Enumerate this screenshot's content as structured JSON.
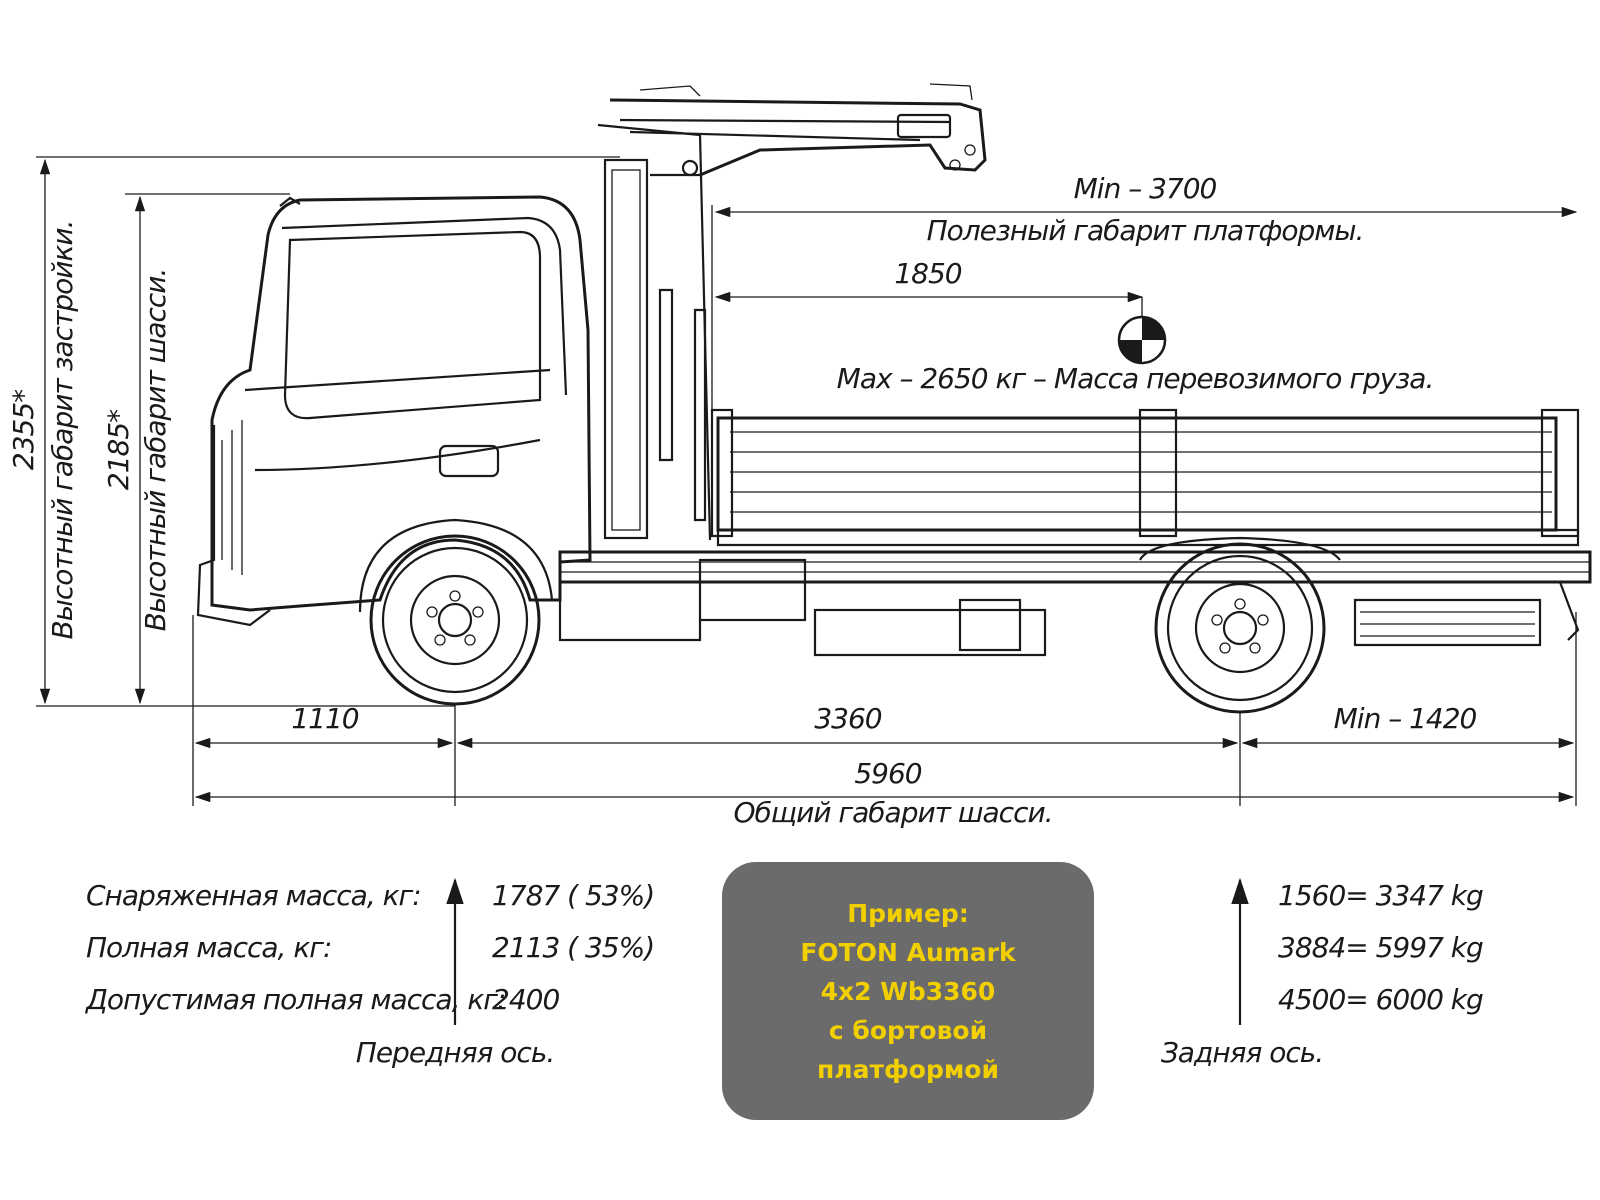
{
  "dimensions": {
    "platform_min": "Min – 3700",
    "platform_caption": "Полезный габарит платформы.",
    "cog_distance": "1850",
    "payload_caption": "Max – 2650 кг – Масса перевозимого груза.",
    "build_height": "2355*",
    "build_height_caption": "Высотный габарит застройки.",
    "chassis_height": "2185*",
    "chassis_height_caption": "Высотный габарит шасси.",
    "front_overhang": "1110",
    "wheelbase": "3360",
    "rear_overhang": "Min – 1420",
    "overall_length": "5960",
    "overall_caption": "Общий габарит шасси."
  },
  "mass_table": {
    "rows": [
      {
        "label": "Снаряженная масса, кг:",
        "front": "1787 ( 53%)",
        "rear": "1560= 3347 kg"
      },
      {
        "label": "Полная масса, кг:",
        "front": "2113 ( 35%)",
        "rear": "3884= 5997 kg"
      },
      {
        "label": "Допустимая полная масса, кг:",
        "front": "2400",
        "rear": "4500= 6000 kg"
      }
    ],
    "front_axle": "Передняя ось.",
    "rear_axle": "Задняя ось."
  },
  "callout": {
    "lines": [
      "Пример:",
      "FOTON Aumark",
      "4x2 Wb3360",
      "с бортовой",
      "платформой"
    ]
  },
  "colors": {
    "callout_background": "#6b6b6b",
    "callout_text": "#f2d000",
    "line": "#1a1a1a"
  },
  "icons": [
    "center-of-gravity-icon"
  ]
}
